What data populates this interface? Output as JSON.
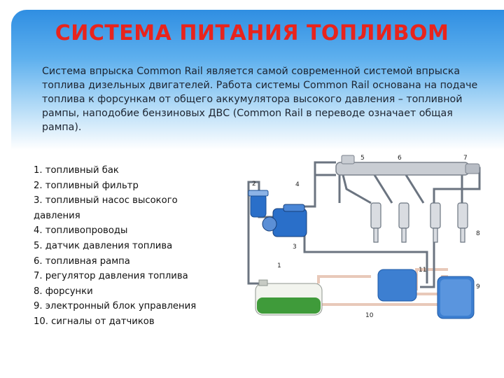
{
  "slide": {
    "title": "СИСТЕМА ПИТАНИЯ ТОПЛИВОМ",
    "intro_lines": [
      "Система впрыска Common Rail является самой современной системой впрыска",
      "топлива дизельных двигателей. Работа системы Common Rail основана на подаче",
      "топлива к форсункам от общего аккумулятора высокого давления – топливной",
      "рампы, наподобие бензиновых ДВС (Common Rail в переводе означает общая",
      "рампа)."
    ],
    "legend": [
      "1. топливный бак",
      "2. топливный фильтр",
      "3. топливный насос высокого",
      "давления",
      "4. топливопроводы",
      "5. датчик давления топлива",
      "6. топливная рампа",
      "7. регулятор давления топлива",
      "8. форсунки",
      "9. электронный блок управления",
      "10. сигналы от датчиков"
    ]
  },
  "diagram": {
    "numbers": [
      "1",
      "2",
      "3",
      "4",
      "5",
      "6",
      "7",
      "8",
      "9",
      "10",
      "11"
    ],
    "colors": {
      "title": "#e8241d",
      "fuel_line": "#6b7480",
      "signal_line": "#e8c9b9",
      "tank_fuel": "#3f9b3a",
      "ecu_blue": "#3d7fd1",
      "pump_blue": "#2a6fc9"
    },
    "icons": [
      "fuel-tank-icon",
      "fuel-filter-icon",
      "high-pressure-pump-icon",
      "fuel-rail-icon",
      "injector-icon",
      "ecu-icon"
    ]
  }
}
